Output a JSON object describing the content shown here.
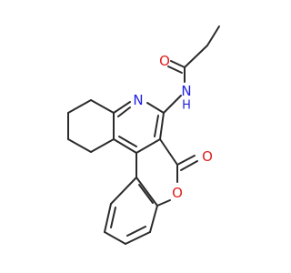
{
  "colors": {
    "bond": "#2b2b2b",
    "N": "#2020e0",
    "O": "#e02020",
    "background": "#ffffff"
  },
  "atoms": {
    "n_ring": {
      "label": "N",
      "element": "N"
    },
    "n_amide": {
      "label": "N",
      "element": "N"
    },
    "h_amide": {
      "label": "H",
      "element": "N"
    },
    "o_amide": {
      "label": "O",
      "element": "O"
    },
    "o_lactone_carbonyl": {
      "label": "O",
      "element": "O"
    },
    "o_lactone_ring": {
      "label": "O",
      "element": "O"
    }
  }
}
